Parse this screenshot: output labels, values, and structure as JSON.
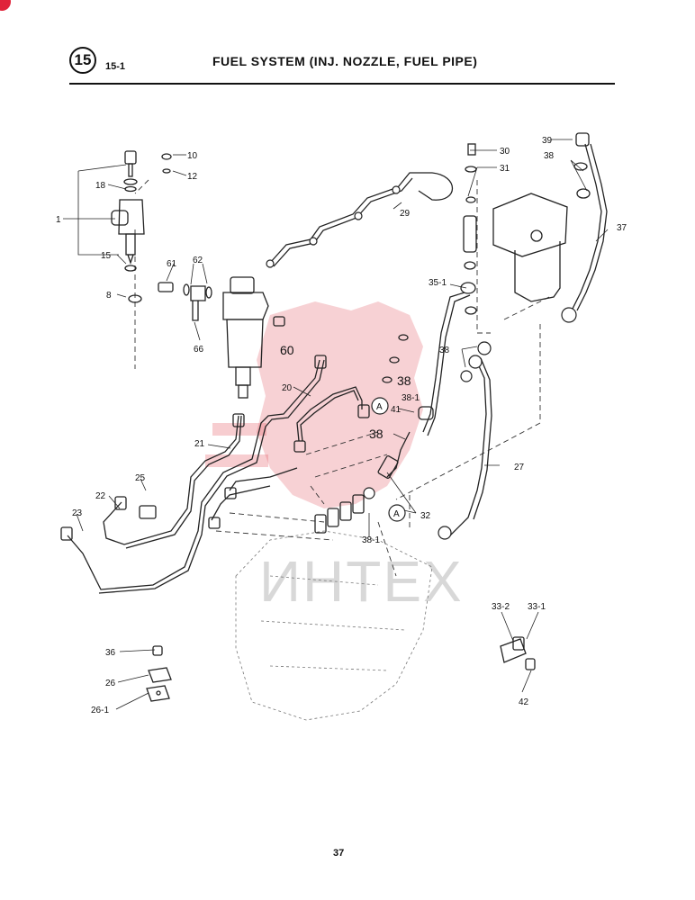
{
  "header": {
    "section_number": "15",
    "sub_number": "15-1",
    "title": "FUEL SYSTEM (INJ. NOZZLE, FUEL PIPE)"
  },
  "footer": {
    "page_number": "37"
  },
  "watermark": {
    "text": "ИНТЕХ",
    "logo_color": "#e35a63"
  },
  "colors": {
    "line": "#222222",
    "watermark": "#e35a63",
    "badge": "#e0233a"
  },
  "labels": {
    "p1": "1",
    "p8": "8",
    "p10": "10",
    "p12": "12",
    "p15": "15",
    "p18": "18",
    "p20": "20",
    "p21": "21",
    "p22": "22",
    "p23": "23",
    "p25": "25",
    "p26": "26",
    "p26_1": "26-1",
    "p27": "27",
    "p29": "29",
    "p30": "30",
    "p31": "31",
    "p32": "32",
    "p33_1": "33-1",
    "p33_2": "33-2",
    "p35_1": "35-1",
    "p36": "36",
    "p37": "37",
    "p38_a": "38",
    "p38_b": "38",
    "p38_c": "38",
    "p38_d": "38",
    "p38_1_a": "38-1",
    "p38_1_b": "38-1",
    "p39": "39",
    "p41": "41",
    "p42": "42",
    "p60": "60",
    "p61": "61",
    "p62": "62",
    "p66": "66",
    "callout_a1": "A",
    "callout_a2": "A"
  }
}
